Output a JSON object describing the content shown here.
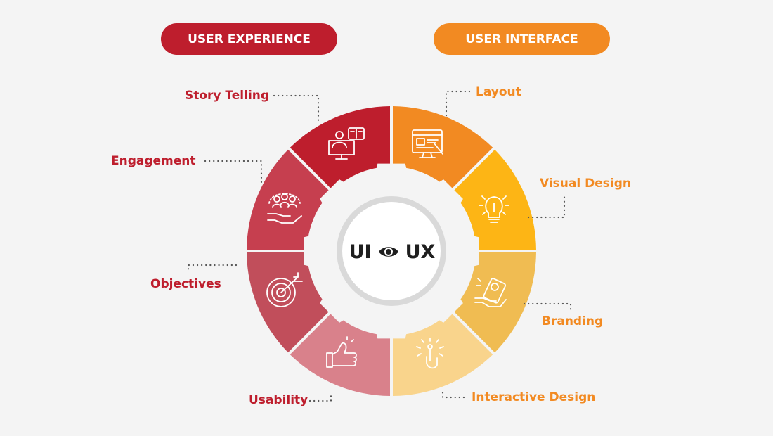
{
  "headers": {
    "ux": "USER EXPERIENCE",
    "ui": "USER INTERFACE"
  },
  "center": {
    "left": "UI",
    "right": "UX",
    "icon": "eye-icon"
  },
  "colors": {
    "ux_header": "#be1e2d",
    "ui_header": "#f28a22",
    "ring": [
      "#f28a22",
      "#fdb515",
      "#f0bc52",
      "#f9d48c",
      "#d9818b",
      "#c14e5b",
      "#c63f4f",
      "#be1e2d"
    ]
  },
  "segments": [
    {
      "label": "Layout",
      "icon": "layout-icon",
      "group": "ui"
    },
    {
      "label": "Visual Design",
      "icon": "lightbulb-icon",
      "group": "ui"
    },
    {
      "label": "Branding",
      "icon": "branding-icon",
      "group": "ui"
    },
    {
      "label": "Interactive Design",
      "icon": "interaction-icon",
      "group": "ui"
    },
    {
      "label": "Usability",
      "icon": "thumbs-up-icon",
      "group": "ux"
    },
    {
      "label": "Objectives",
      "icon": "target-icon",
      "group": "ux"
    },
    {
      "label": "Engagement",
      "icon": "engagement-icon",
      "group": "ux"
    },
    {
      "label": "Story Telling",
      "icon": "storytelling-icon",
      "group": "ux"
    }
  ]
}
